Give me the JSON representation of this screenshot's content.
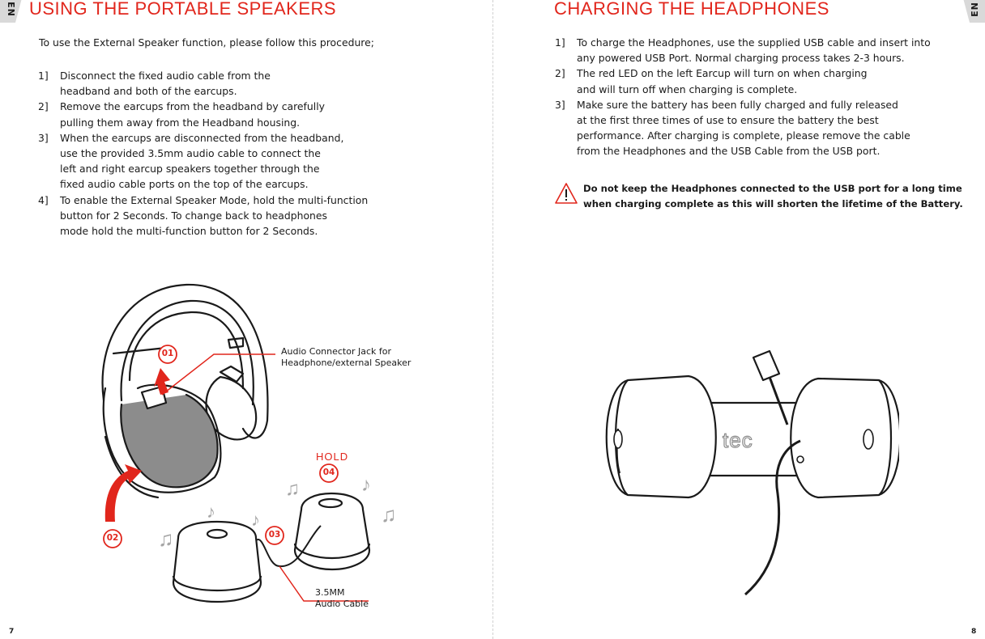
{
  "left": {
    "lang_tab": "EN",
    "title": "USING THE PORTABLE SPEAKERS",
    "intro": "To use the External Speaker function, please follow this procedure;",
    "steps": [
      {
        "num": "1]",
        "text": "Disconnect the fixed audio cable from the\nheadband and both of the earcups."
      },
      {
        "num": "2]",
        "text": "Remove the earcups from the headband by carefully\npulling them away from the Headband housing."
      },
      {
        "num": "3]",
        "text": "When the earcups are disconnected from the headband,\nuse the provided 3.5mm audio cable to connect the\nleft and right earcup speakers together through the\nfixed audio cable ports on the top of the earcups."
      },
      {
        "num": "4]",
        "text": "To enable the External Speaker Mode, hold the multi-function\nbutton for 2 Seconds. To change back to headphones\nmode hold the multi-function button for 2 Seconds."
      }
    ],
    "callouts": {
      "c01": "01",
      "c02": "02",
      "c03": "03",
      "c04": "04",
      "hold": "HOLD",
      "jack_label": "Audio Connector Jack for\nHeadphone/external Speaker",
      "cable_label": "3.5MM\nAudio Cable"
    },
    "page_number": "7"
  },
  "right": {
    "lang_tab": "EN",
    "title": "CHARGING THE HEADPHONES",
    "steps": [
      {
        "num": "1]",
        "text": "To charge the Headphones, use the supplied USB cable and insert into\nany powered USB Port. Normal charging process takes 2-3 hours."
      },
      {
        "num": "2]",
        "text": "The red LED on the left Earcup will turn on when charging\nand will turn off when charging is complete."
      },
      {
        "num": "3]",
        "text": "Make sure the battery has been fully charged and fully released\nat the first three times of use to ensure the battery the best\nperformance. After charging is complete, please remove the cable\nfrom the Headphones and the USB Cable from the USB port."
      }
    ],
    "warning": "Do not keep the Headphones connected to the USB port for a long time\nwhen charging complete as this will shorten the lifetime of the Battery.",
    "warning_icon": "warning-triangle-icon",
    "brand_mark": "tec",
    "page_number": "8"
  },
  "colors": {
    "accent": "#e1261c",
    "text": "#1a1a1a",
    "tab_gray": "#d9d9d9"
  }
}
